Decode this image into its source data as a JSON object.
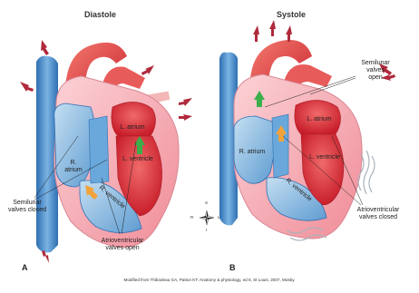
{
  "panels": {
    "diastole": {
      "title": "Diastole",
      "letter": "A",
      "labels": {
        "r_atrium": "R.\natrium",
        "l_atrium": "L. atrium",
        "l_ventricle": "L. ventricle",
        "r_ventricle": "R. ventricle",
        "semilunar": "Semilunar\nvalves closed",
        "atrioventricular": "Atrioventricular\nvalves open"
      }
    },
    "systole": {
      "title": "Systole",
      "letter": "B",
      "labels": {
        "r_atrium": "R. atrium",
        "l_atrium": "L. atrium",
        "l_ventricle": "L. ventricle",
        "r_ventricle": "R. ventricle",
        "semilunar": "Semilunar\nvalves\nopen",
        "atrioventricular": "Atrioventricular\nvalves closed"
      }
    }
  },
  "compass": {
    "s": "S",
    "r": "R",
    "l": "L",
    "i": "I"
  },
  "credit": "Modified from Thibodeau GA, Patton KT: Anatomy & physiology, ed 6, St Louis, 2007, Mosby.",
  "colors": {
    "arrow": "#b02a3c",
    "vessel_blue": "#3d82c4",
    "heart_red": "#d9343c",
    "heart_pink": "#f4a6b0",
    "chamber_blue": "#9cc3e4",
    "flow_green": "#3cae4a",
    "flow_orange": "#f2a23a"
  }
}
